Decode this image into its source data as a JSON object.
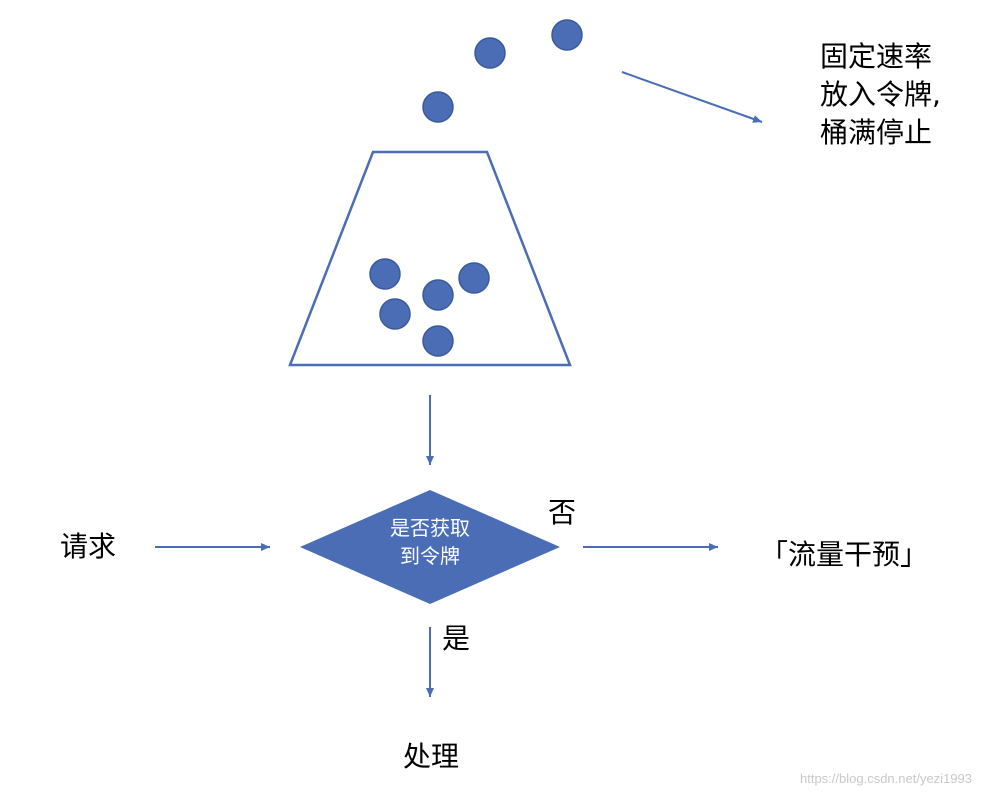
{
  "colors": {
    "token": "#4a6db5",
    "stroke": "#4a6db5",
    "diamond": "#4a6db5"
  },
  "labels": {
    "note_line1": "固定速率",
    "note_line2": "放入令牌,",
    "note_line3": "桶满停止",
    "request": "请求",
    "decision_line1": "是否获取",
    "decision_line2": "到令牌",
    "no": "否",
    "yes": "是",
    "throttle": "「流量干预」",
    "process": "处理"
  },
  "watermark": "https://blog.csdn.net/yezi1993"
}
